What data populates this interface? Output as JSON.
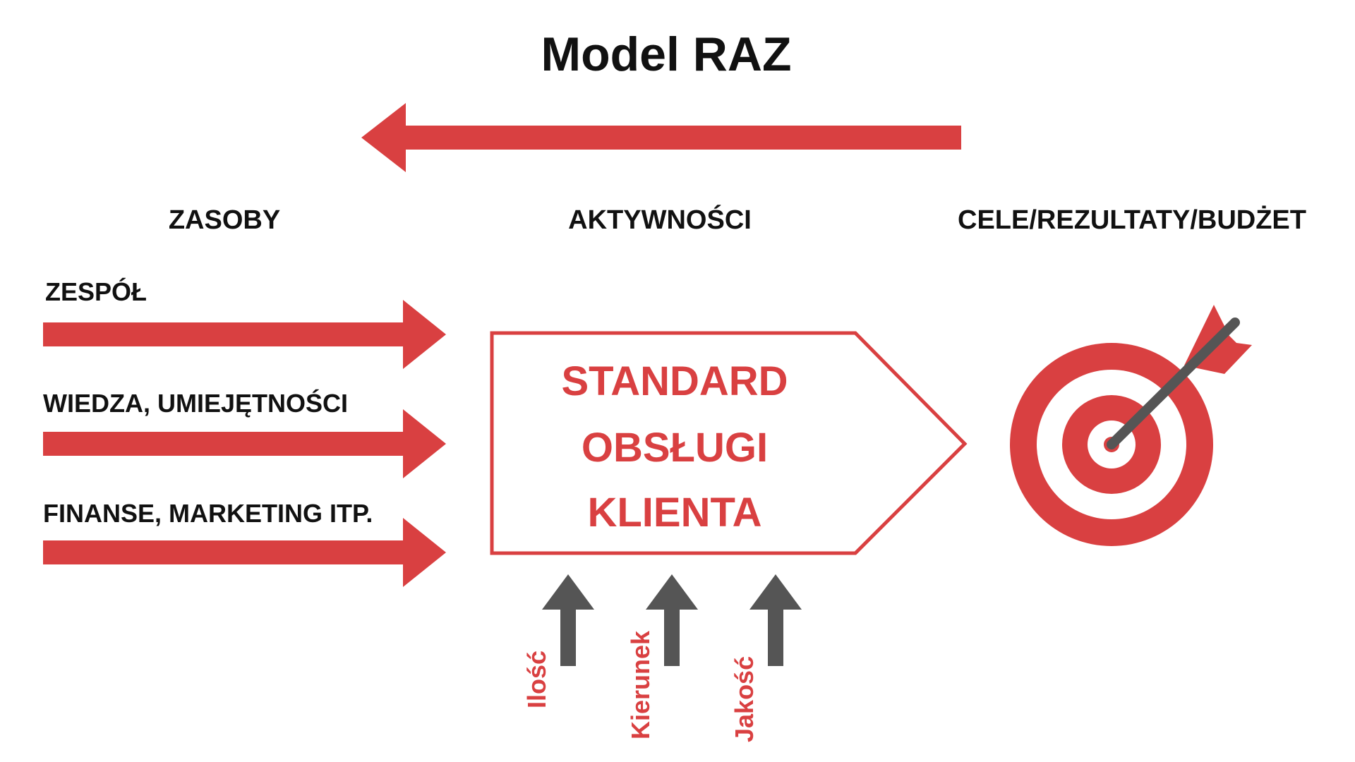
{
  "title": "Model RAZ",
  "headers": {
    "resources": "ZASOBY",
    "activities": "AKTYWNOŚCI",
    "goals": "CELE/REZULTATY/BUDŻET"
  },
  "resources": [
    {
      "label": "ZESPÓŁ"
    },
    {
      "label": "WIEDZA, UMIEJĘTNOŚCI"
    },
    {
      "label": "FINANSE, MARKETING ITP."
    }
  ],
  "activity_box": {
    "lines": [
      "STANDARD",
      "OBSŁUGI",
      "KLIENTA"
    ]
  },
  "factors": [
    {
      "label": "Ilość"
    },
    {
      "label": "Kierunek"
    },
    {
      "label": "Jakość"
    }
  ],
  "icons": {
    "goal": "target-icon",
    "top_arrow": "arrow-left-icon",
    "resource_arrow": "arrow-right-icon",
    "factor_arrow": "arrow-up-icon"
  },
  "colors": {
    "accent_red": "#d94041",
    "dark_gray": "#555555",
    "text": "#111111"
  }
}
